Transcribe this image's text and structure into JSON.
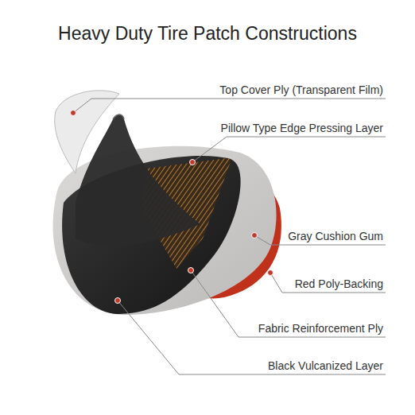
{
  "diagram": {
    "title": "Heavy Duty Tire Patch Constructions",
    "labels": [
      "Top Cover Ply (Transparent Film)",
      "Pillow Type Edge Pressing Layer",
      "Gray Cushion Gum",
      "Red Poly-Backing",
      "Fabric Reinforcement Ply",
      "Black Vulcanized Layer"
    ]
  }
}
